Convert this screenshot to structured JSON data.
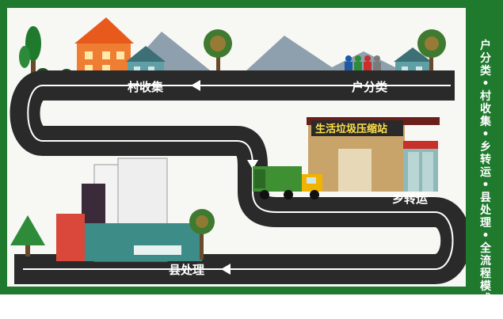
{
  "steps": {
    "household": "户分类",
    "village": "村收集",
    "township": "乡转运",
    "county": "县处理"
  },
  "station_sign": "生活垃圾压缩站",
  "side_text": "户分类•村收集•乡转运•县处理•全流程模式",
  "colors": {
    "frame": "#1f7a2e",
    "road": "#2a2a2a",
    "road_line": "#ffffff",
    "truck_body": "#3f8f33",
    "truck_cab": "#f0b400"
  }
}
